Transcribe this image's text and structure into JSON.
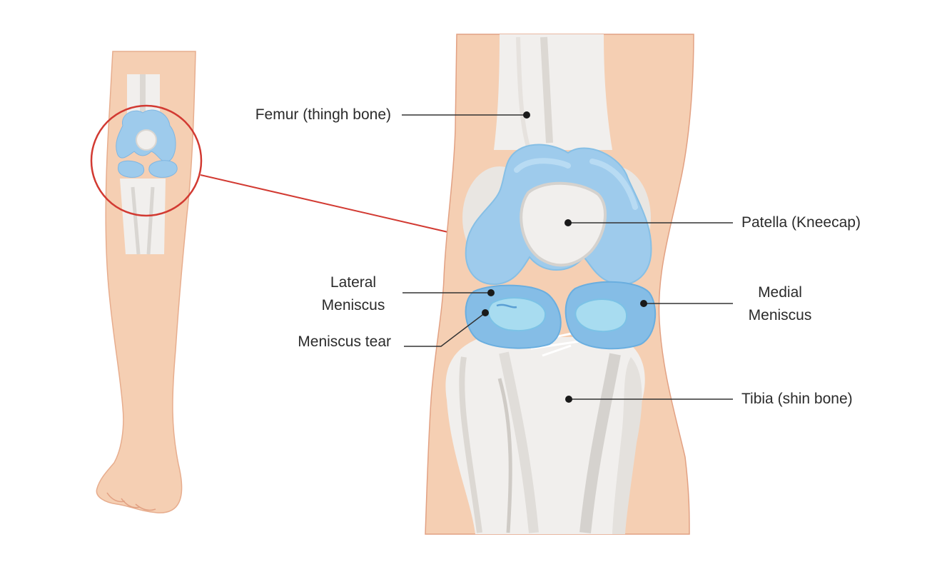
{
  "labels": {
    "femur": "Femur (thingh bone)",
    "patella": "Patella (Kneecap)",
    "lateral_meniscus_line1": "Lateral",
    "lateral_meniscus_line2": "Meniscus",
    "medial_meniscus_line1": "Medial",
    "medial_meniscus_line2": "Meniscus",
    "meniscus_tear": "Meniscus tear",
    "tibia": "Tibia (shin bone)"
  },
  "colors": {
    "skin": "#f5cfb3",
    "skin_shade": "#eeb796",
    "skin_outline": "#e2a183",
    "bone": "#f1efed",
    "bone_shade": "#d9d6d2",
    "cartilage": "#9ecbec",
    "cartilage_dark": "#7fb6e2",
    "meniscus_inner": "#a8dcf0",
    "zoom_circle": "#d23a32",
    "leader_line": "#333333",
    "text": "#2b2b2b"
  }
}
